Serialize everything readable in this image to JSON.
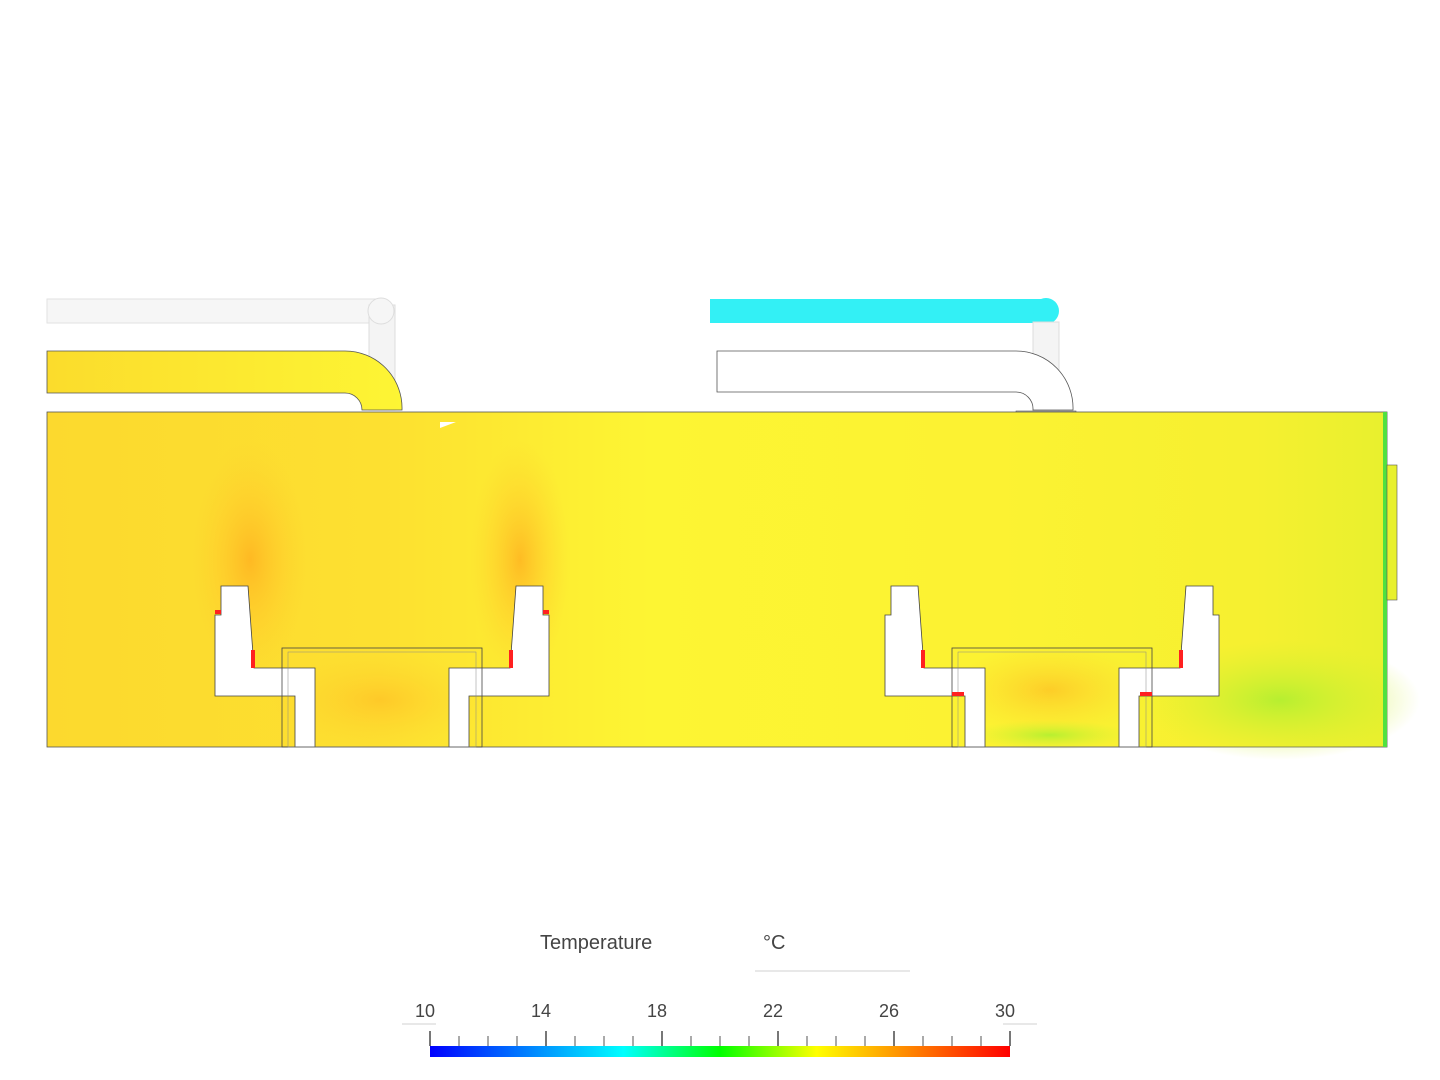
{
  "legend": {
    "title": "Temperature",
    "unit": "°C",
    "min": 10,
    "max": 30,
    "tick_labels": [
      "10",
      "14",
      "18",
      "22",
      "26",
      "30"
    ],
    "colormap": [
      "#0000ff",
      "#0080ff",
      "#00ffff",
      "#00ff00",
      "#ffff00",
      "#ff8000",
      "#ff0000"
    ]
  },
  "colors": {
    "bulk_field": "#fbf230",
    "inlet_pipe": "#33f0f5",
    "warm_zone": "#ffd030",
    "hot_edge": "#ff2020",
    "cool_zone": "#b5f030"
  }
}
